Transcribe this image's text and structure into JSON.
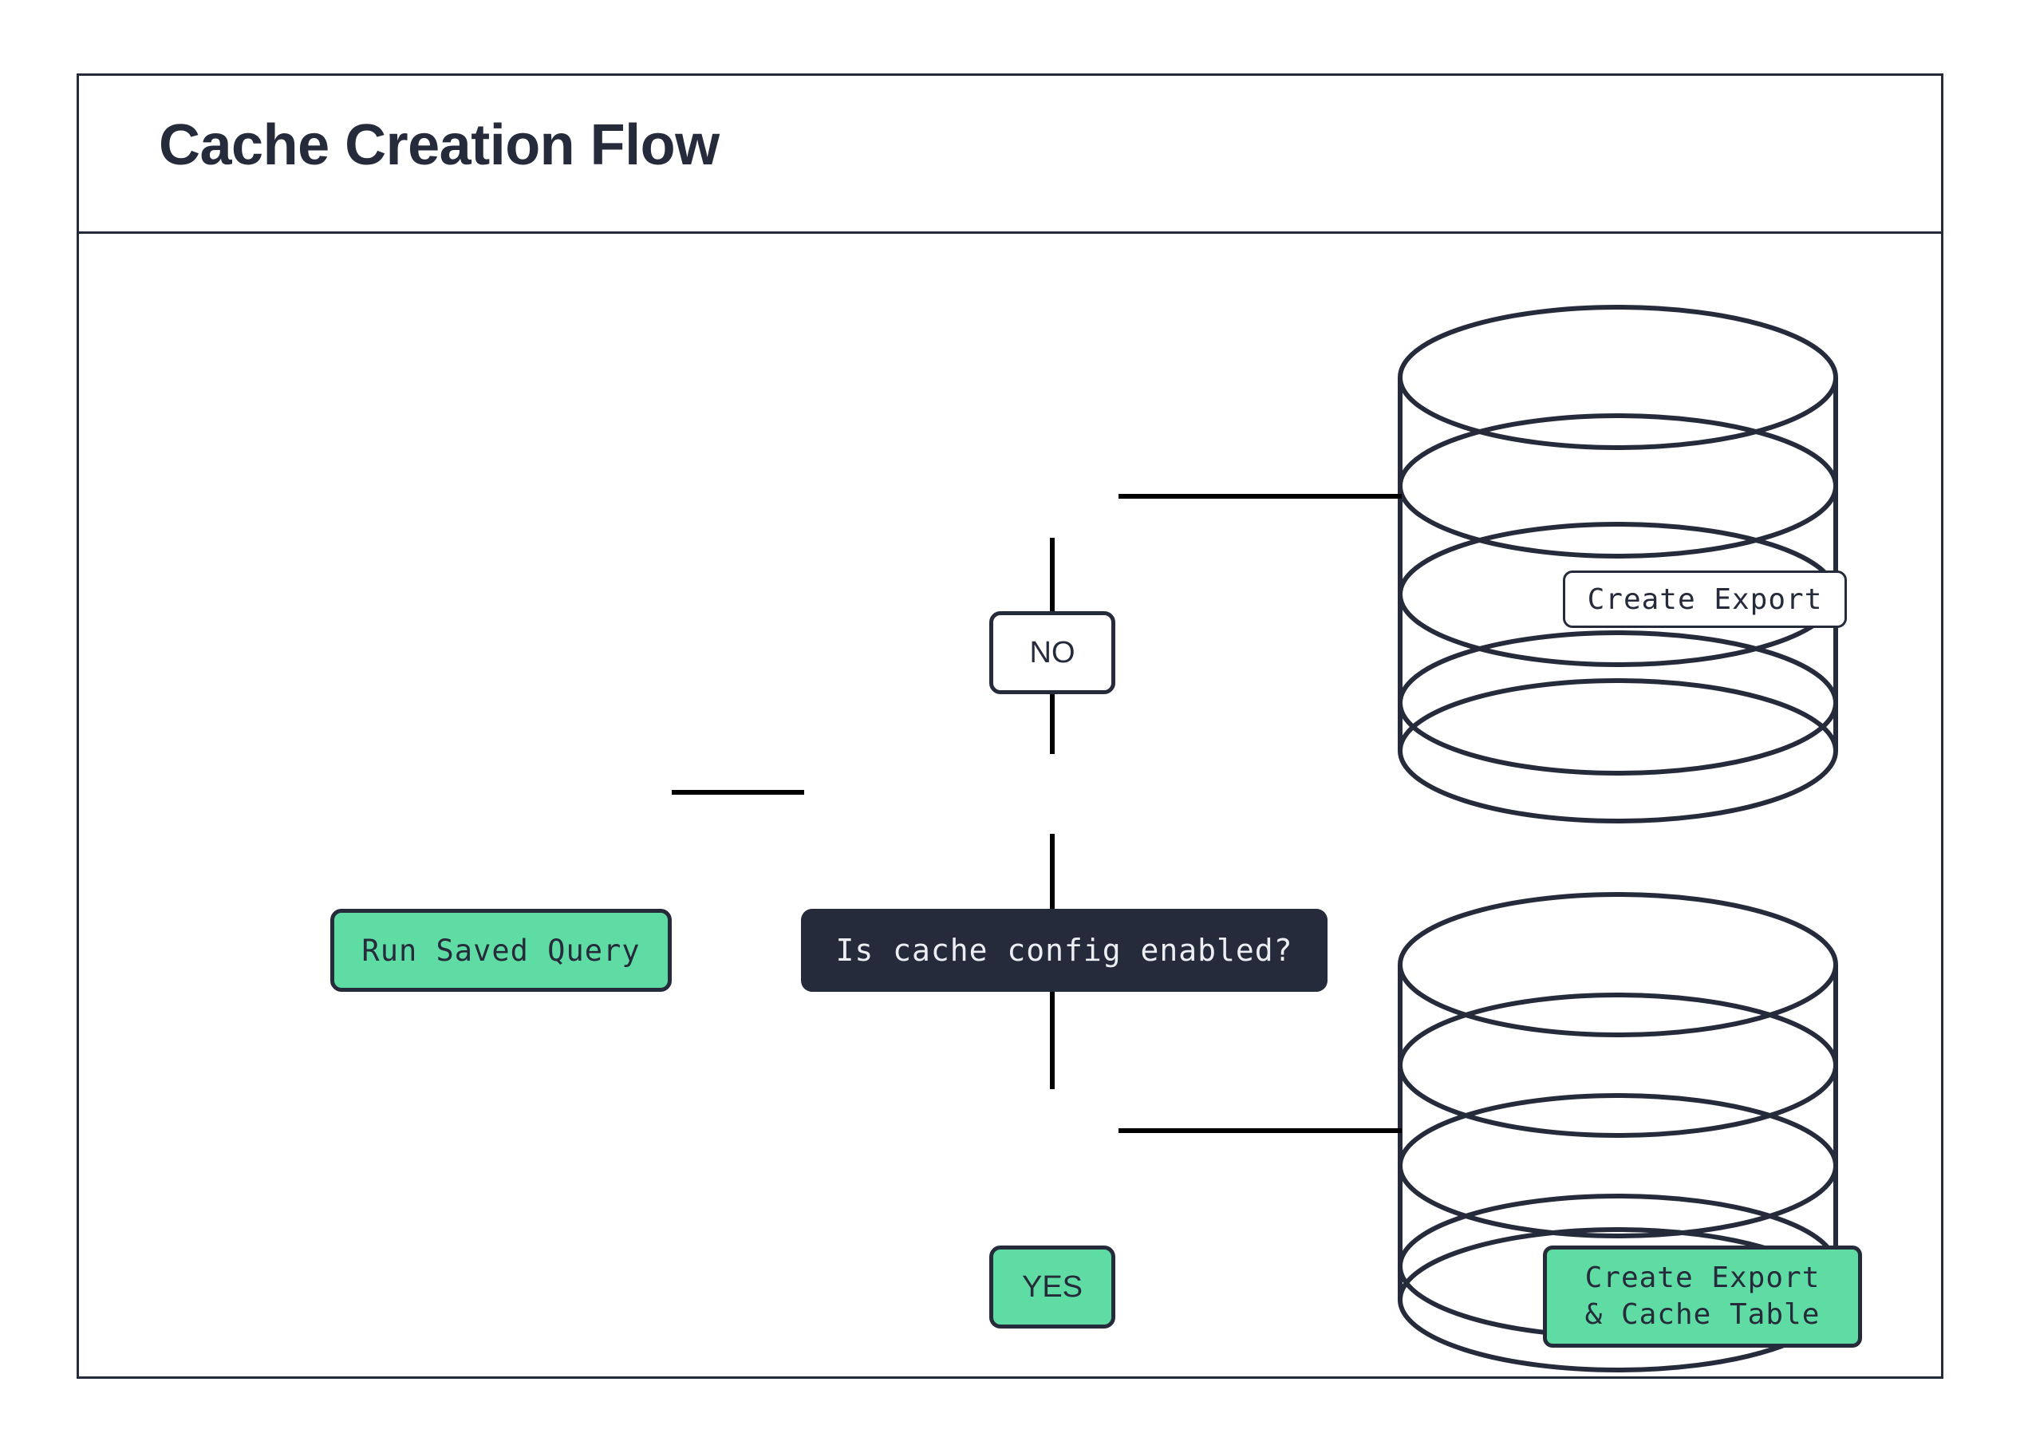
{
  "diagram": {
    "title": "Cache Creation Flow",
    "colors": {
      "ink": "#252b3b",
      "green": "#5fdca3",
      "white": "#ffffff",
      "decision_text": "#eceef3"
    },
    "nodes": {
      "run_saved_query": {
        "label": "Run Saved Query",
        "shape": "rounded-rect",
        "fill": "green"
      },
      "decision": {
        "label": "Is cache config enabled?",
        "shape": "rounded-rect",
        "fill": "ink"
      },
      "branch_no": {
        "label": "NO",
        "shape": "rounded-rect",
        "fill": "white"
      },
      "branch_yes": {
        "label": "YES",
        "shape": "rounded-rect",
        "fill": "green"
      },
      "create_export": {
        "label": "Create Export",
        "shape": "rounded-rect",
        "fill": "white",
        "container": "database-cylinder"
      },
      "create_export_cache": {
        "label_line1": "Create Export",
        "label_line2": "& Cache Table",
        "shape": "rounded-rect",
        "fill": "green",
        "container": "database-cylinder"
      }
    },
    "containers": {
      "database_top": {
        "shape": "database-cylinder",
        "name": "database-cylinder-top"
      },
      "database_bottom": {
        "shape": "database-cylinder",
        "name": "database-cylinder-bottom"
      }
    },
    "edges": [
      {
        "from": "run_saved_query",
        "to": "decision",
        "label": ""
      },
      {
        "from": "decision",
        "to": "branch_no",
        "label": "NO"
      },
      {
        "from": "decision",
        "to": "branch_yes",
        "label": "YES"
      },
      {
        "from": "branch_no",
        "to": "create_export",
        "label": ""
      },
      {
        "from": "branch_yes",
        "to": "create_export_cache",
        "label": ""
      }
    ]
  }
}
